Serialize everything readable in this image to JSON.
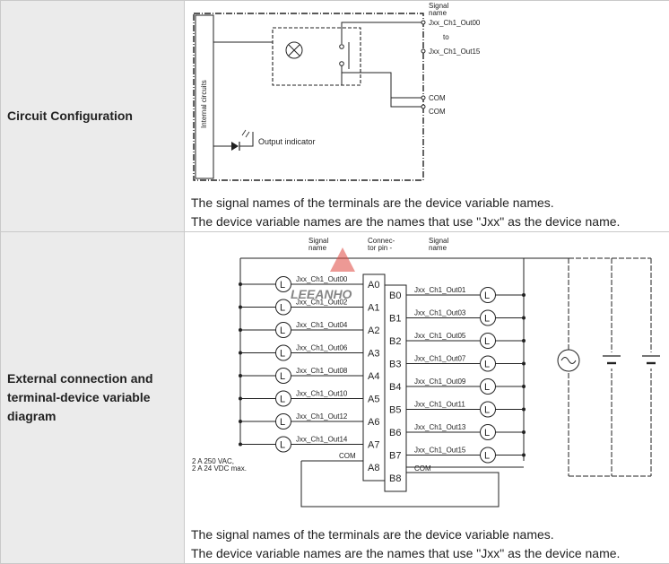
{
  "rows": [
    {
      "label": "Circuit Configuration",
      "diagram": {
        "signal_name_header": [
          "Signal",
          "name"
        ],
        "internal_circuits": "Internal circuits",
        "out_first": "Jxx_Ch1_Out00",
        "to": "to",
        "out_last": "Jxx_Ch1_Out15",
        "com1": "COM",
        "com2": "COM",
        "output_indicator": "Output indicator"
      },
      "notes": [
        "The signal names of the terminals are the device variable names.",
        "The device variable names are the names that use \"Jxx\" as the device name."
      ]
    },
    {
      "label_lines": [
        "External connection and",
        "terminal-device variable",
        "diagram"
      ],
      "diagram": {
        "header_left": [
          "Signal",
          "name"
        ],
        "header_mid": [
          "Connec-",
          "tor pin -"
        ],
        "header_right": [
          "Signal",
          "name"
        ],
        "left_signals": [
          "Jxx_Ch1_Out00",
          "Jxx_Ch1_Out02",
          "Jxx_Ch1_Out04",
          "Jxx_Ch1_Out06",
          "Jxx_Ch1_Out08",
          "Jxx_Ch1_Out10",
          "Jxx_Ch1_Out12",
          "Jxx_Ch1_Out14",
          "COM"
        ],
        "pins_a": [
          "A0",
          "A1",
          "A2",
          "A3",
          "A4",
          "A5",
          "A6",
          "A7",
          "A8"
        ],
        "pins_b": [
          "B0",
          "B1",
          "B2",
          "B3",
          "B4",
          "B5",
          "B6",
          "B7",
          "B8"
        ],
        "right_signals": [
          "Jxx_Ch1_Out01",
          "Jxx_Ch1_Out03",
          "Jxx_Ch1_Out05",
          "Jxx_Ch1_Out07",
          "Jxx_Ch1_Out09",
          "Jxx_Ch1_Out11",
          "Jxx_Ch1_Out13",
          "Jxx_Ch1_Out15",
          "COM"
        ],
        "load_symbol": "L",
        "rating_lines": [
          "2 A   250 VAC,",
          "2 A   24 VDC max."
        ],
        "watermark": "LEEANHO"
      },
      "notes": [
        "The signal names of the terminals are the device variable names.",
        "The device variable names are the names that use \"Jxx\" as the device name."
      ]
    }
  ]
}
